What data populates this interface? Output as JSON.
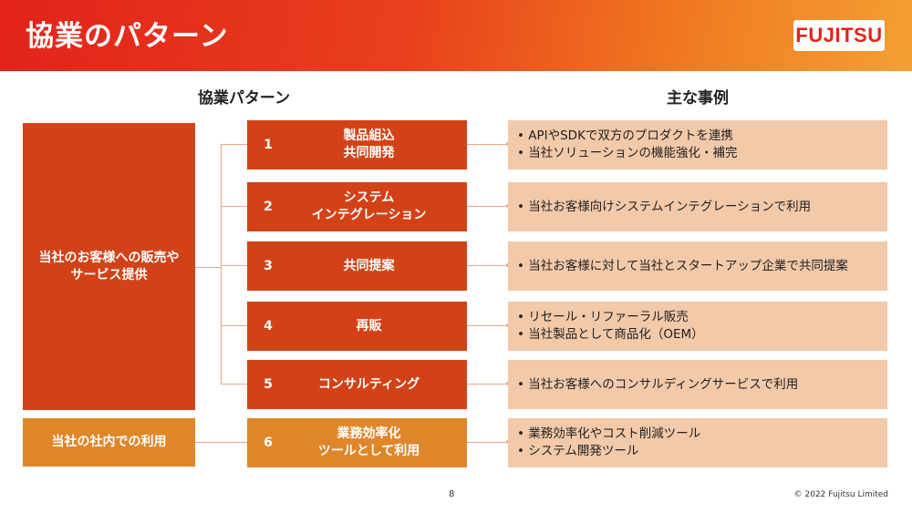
{
  "header": {
    "title": "協業のパターン",
    "logo": "FUJITSU"
  },
  "columns": {
    "patterns": "協業パターン",
    "examples": "主な事例"
  },
  "categories": [
    {
      "label": "当社のお客様への販売やサービス提供"
    },
    {
      "label": "当社の社内での利用"
    }
  ],
  "patterns": [
    {
      "num": "1",
      "name": "製品組込\n共同開発",
      "examples": [
        "• APIやSDKで双方のプロダクトを連携",
        "• 当社ソリューションの機能強化・補完"
      ]
    },
    {
      "num": "2",
      "name": "システム\nインテグレーション",
      "examples": [
        "• 当社お客様向けシステムインテグレーションで利用"
      ]
    },
    {
      "num": "3",
      "name": "共同提案",
      "examples": [
        "• 当社お客様に対して当社とスタートアップ企業で共同提案"
      ]
    },
    {
      "num": "4",
      "name": "再販",
      "examples": [
        "• リセール・リファーラル販売",
        "• 当社製品として商品化（OEM）"
      ]
    },
    {
      "num": "5",
      "name": "コンサルティング",
      "examples": [
        "• 当社お客様へのコンサルディングサービスで利用"
      ]
    },
    {
      "num": "6",
      "name": "業務効率化\nツールとして利用",
      "examples": [
        "• 業務効率化やコスト削減ツール",
        "• システム開発ツール"
      ]
    }
  ],
  "footer": {
    "page": "8",
    "copyright": "© 2022 Fujitsu Limited"
  },
  "colors": {
    "red": "#d24216",
    "orange": "#e0862a",
    "example_bg": "#f2c9a9",
    "connector": "#e8a78a"
  }
}
